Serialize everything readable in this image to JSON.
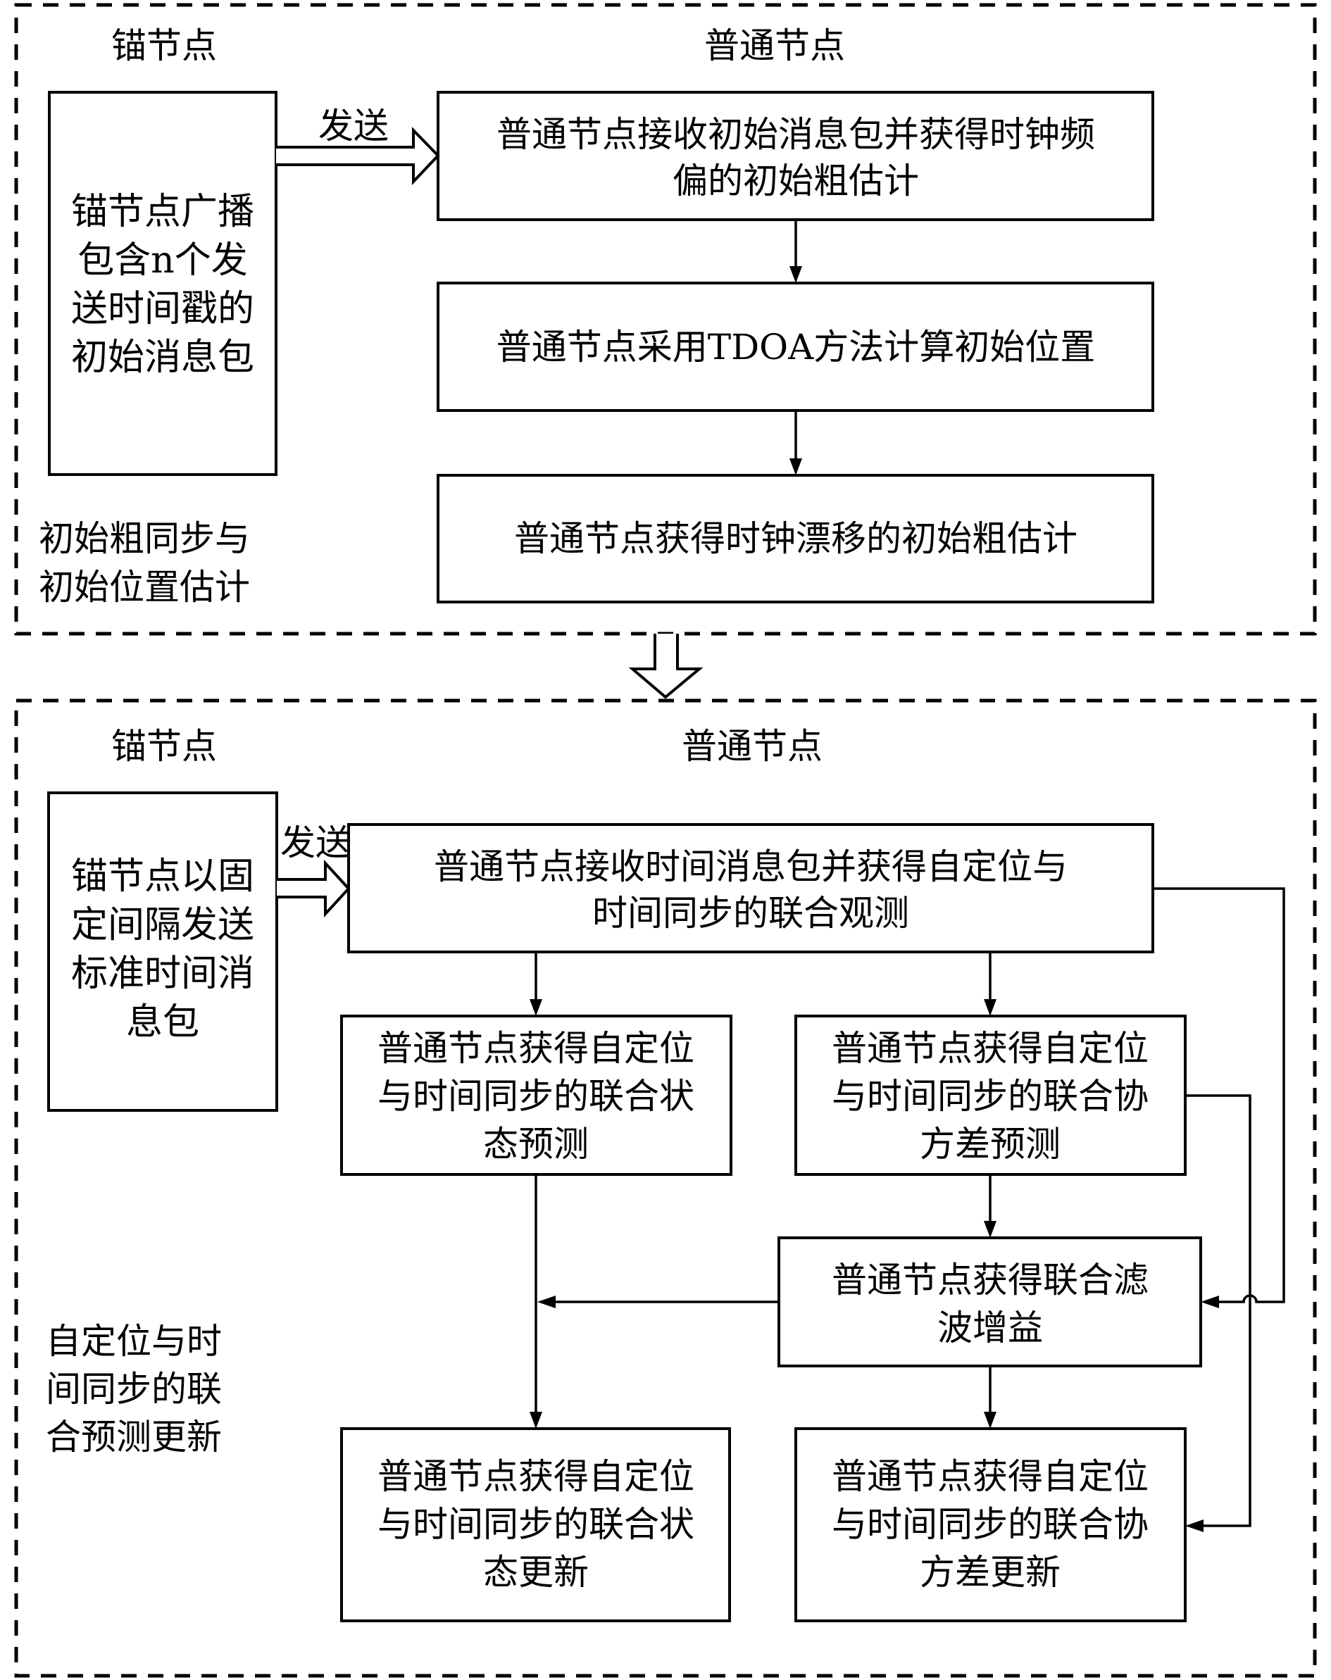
{
  "diagram": {
    "type": "flowchart",
    "stage1": {
      "anchor_header": "锚节点",
      "normal_header": "普通节点",
      "stage_label": [
        "初始粗同步与",
        "初始位置估计"
      ],
      "send_label": "发送",
      "anchor_box": [
        "锚节点广播",
        "包含n个发",
        "送时间戳的",
        "初始消息包"
      ],
      "steps": [
        {
          "id": "receive-initial",
          "lines": [
            "普通节点接收初始消息包并获得时钟频",
            "偏的初始粗估计"
          ]
        },
        {
          "id": "tdoa-position",
          "lines": [
            "普通节点采用TDOA方法计算初始位置"
          ]
        },
        {
          "id": "drift-estimate",
          "lines": [
            "普通节点获得时钟漂移的初始粗估计"
          ]
        }
      ]
    },
    "stage2": {
      "anchor_header": "锚节点",
      "normal_header": "普通节点",
      "stage_label": [
        "自定位与时",
        "间同步的联",
        "合预测更新"
      ],
      "send_label": "发送",
      "anchor_box": [
        "锚节点以固",
        "定间隔发送",
        "标准时间消",
        "息包"
      ],
      "steps": {
        "receive": [
          "普通节点接收时间消息包并获得自定位与",
          "时间同步的联合观测"
        ],
        "state_predict": [
          "普通节点获得自定位",
          "与时间同步的联合状",
          "态预测"
        ],
        "cov_predict": [
          "普通节点获得自定位",
          "与时间同步的联合协",
          "方差预测"
        ],
        "gain": [
          "普通节点获得联合滤",
          "波增益"
        ],
        "state_update": [
          "普通节点获得自定位",
          "与时间同步的联合状",
          "态更新"
        ],
        "cov_update": [
          "普通节点获得自定位",
          "与时间同步的联合协",
          "方差更新"
        ]
      }
    },
    "edges": [
      {
        "from": "anchor-box-1",
        "to": "receive-initial",
        "label": "发送",
        "style": "hollow-arrow"
      },
      {
        "from": "receive-initial",
        "to": "tdoa-position"
      },
      {
        "from": "tdoa-position",
        "to": "drift-estimate"
      },
      {
        "from": "stage1",
        "to": "stage2",
        "style": "hollow-arrow"
      },
      {
        "from": "anchor-box-2",
        "to": "receive",
        "label": "发送",
        "style": "hollow-arrow"
      },
      {
        "from": "receive",
        "to": "state_predict"
      },
      {
        "from": "receive",
        "to": "cov_predict"
      },
      {
        "from": "receive",
        "to": "gain"
      },
      {
        "from": "cov_predict",
        "to": "gain"
      },
      {
        "from": "cov_predict",
        "to": "cov_update"
      },
      {
        "from": "gain",
        "to": "state_update_line"
      },
      {
        "from": "state_predict",
        "to": "state_update"
      },
      {
        "from": "gain",
        "to": "cov_update"
      }
    ]
  }
}
